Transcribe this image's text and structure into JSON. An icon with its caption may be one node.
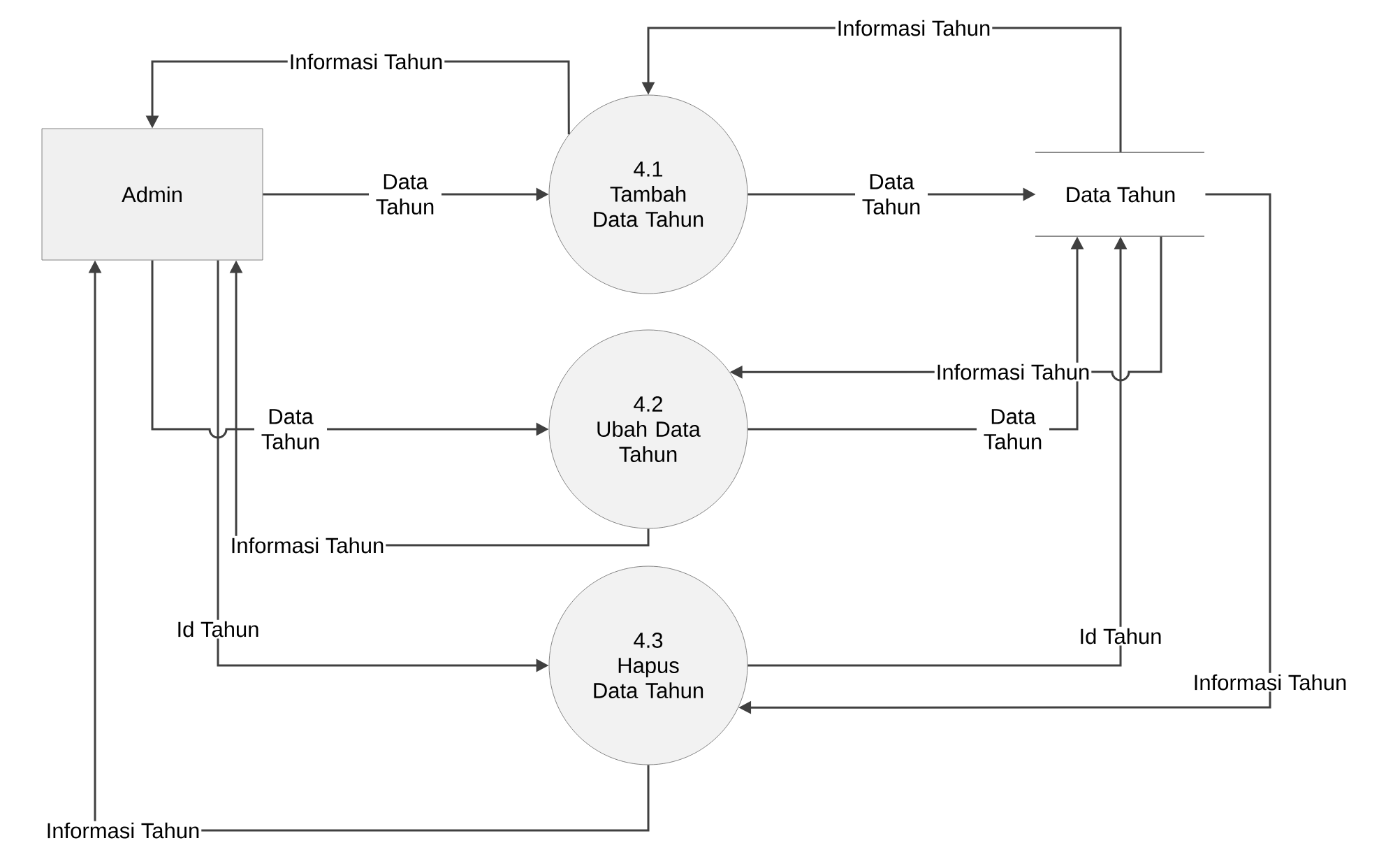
{
  "diagram": {
    "nodes": [
      {
        "text": [
          "Admin"
        ]
      },
      {
        "text": [
          "4.1",
          "Tambah Data Tahun"
        ]
      },
      {
        "text": [
          "4.2",
          "Ubah Data Tahun"
        ]
      },
      {
        "text": [
          "4.3",
          "Hapus Data Tahun"
        ]
      },
      {
        "text": [
          "Data Tahun"
        ]
      }
    ],
    "edges": [
      {
        "from": 0,
        "to": 1,
        "arrow": "to",
        "label": "Data Tahun"
      },
      {
        "from": 1,
        "to": 0,
        "arrow": "to",
        "label": "Informasi Tahun"
      },
      {
        "from": 1,
        "to": 4,
        "arrow": "to",
        "label": "Data Tahun"
      },
      {
        "from": 4,
        "to": 1,
        "arrow": "to",
        "label": "Informasi Tahun"
      },
      {
        "from": 0,
        "to": 2,
        "arrow": "to",
        "label": "Data Tahun"
      },
      {
        "from": 2,
        "to": 0,
        "arrow": "to",
        "label": "Informasi Tahun"
      },
      {
        "from": 2,
        "to": 4,
        "arrow": "to",
        "label": "Data Tahun"
      },
      {
        "from": 4,
        "to": 2,
        "arrow": "to",
        "label": "Informasi Tahun"
      },
      {
        "from": 0,
        "to": 3,
        "arrow": "to",
        "label": "Id Tahun"
      },
      {
        "from": 3,
        "to": 4,
        "arrow": "to",
        "label": "Id Tahun"
      },
      {
        "from": 4,
        "to": 3,
        "arrow": "to",
        "label": "Informasi Tahun"
      },
      {
        "from": 3,
        "to": 0,
        "arrow": "to",
        "label": "Informasi Tahun"
      }
    ]
  }
}
